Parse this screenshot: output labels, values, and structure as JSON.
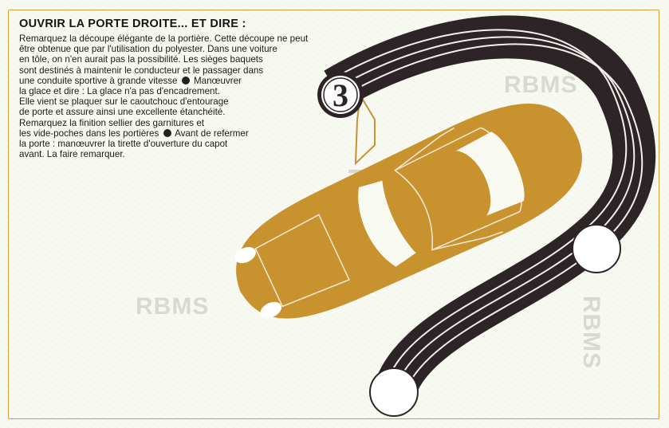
{
  "title": "OUVRIR LA PORTE DROITE... ET DIRE :",
  "body_lines": [
    {
      "text": "Remarquez la découpe élégante de la portière. Cette découpe ne peut",
      "bullet": false,
      "after": ""
    },
    {
      "text": "être obtenue que par l'utilisation du polyester. Dans une voiture",
      "bullet": false,
      "after": ""
    },
    {
      "text": "en tôle, on n'en aurait pas la possibilité. Les sièges baquets",
      "bullet": false,
      "after": ""
    },
    {
      "text": "sont destinés à maintenir le conducteur et le passager dans",
      "bullet": false,
      "after": ""
    },
    {
      "text": "une conduite sportive à grande vitesse",
      "bullet": true,
      "after": "Manœuvrer"
    },
    {
      "text": "la glace et dire : La glace n'a pas d'encadrement.",
      "bullet": false,
      "after": ""
    },
    {
      "text": "Elle vient se plaquer sur le caoutchouc d'entourage",
      "bullet": false,
      "after": ""
    },
    {
      "text": "de porte et assure ainsi une excellente étanchéité.",
      "bullet": false,
      "after": ""
    },
    {
      "text": "Remarquez la finition sellier des garnitures et",
      "bullet": false,
      "after": ""
    },
    {
      "text": "les vide-poches dans les portières",
      "bullet": true,
      "after": "Avant de refermer"
    },
    {
      "text": "la porte : manœuvrer la tirette d'ouverture du capot",
      "bullet": false,
      "after": ""
    },
    {
      "text": "avant. La faire remarquer.",
      "bullet": false,
      "after": ""
    }
  ],
  "step_badge": "3",
  "watermark": "RBMS",
  "colors": {
    "frame": "#d99a3c",
    "car": "#c8922e",
    "car_outline": "#f3ead6",
    "road": "#2c2427",
    "road_lines": "#f3f1ec"
  }
}
